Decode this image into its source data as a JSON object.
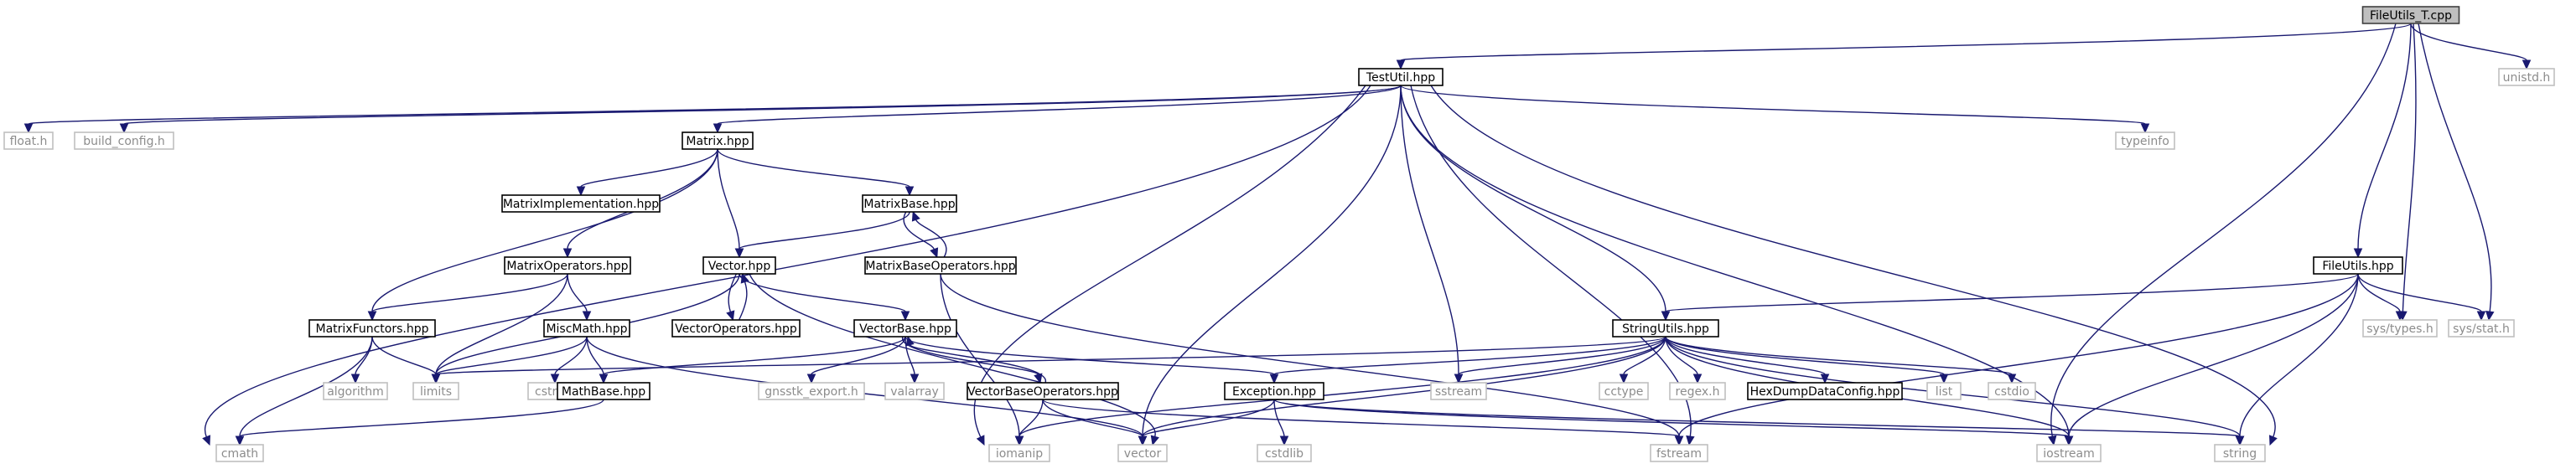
{
  "graph": {
    "root": "FileUtils_T.cpp",
    "nodes": [
      {
        "id": "fut",
        "label": "FileUtils_T.cpp",
        "kind": "root"
      },
      {
        "id": "tu",
        "label": "TestUtil.hpp",
        "kind": "local"
      },
      {
        "id": "unistd",
        "label": "unistd.h",
        "kind": "system"
      },
      {
        "id": "float",
        "label": "float.h",
        "kind": "system"
      },
      {
        "id": "buildcfg",
        "label": "build_config.h",
        "kind": "system"
      },
      {
        "id": "matrix",
        "label": "Matrix.hpp",
        "kind": "local"
      },
      {
        "id": "typeinfo",
        "label": "typeinfo",
        "kind": "system"
      },
      {
        "id": "matimpl",
        "label": "MatrixImplementation.hpp",
        "kind": "local"
      },
      {
        "id": "matbase",
        "label": "MatrixBase.hpp",
        "kind": "local"
      },
      {
        "id": "matops",
        "label": "MatrixOperators.hpp",
        "kind": "local"
      },
      {
        "id": "vector_hpp",
        "label": "Vector.hpp",
        "kind": "local"
      },
      {
        "id": "matbaseops",
        "label": "MatrixBaseOperators.hpp",
        "kind": "local"
      },
      {
        "id": "fileutils",
        "label": "FileUtils.hpp",
        "kind": "local"
      },
      {
        "id": "matfunc",
        "label": "MatrixFunctors.hpp",
        "kind": "local"
      },
      {
        "id": "miscmath",
        "label": "MiscMath.hpp",
        "kind": "local"
      },
      {
        "id": "vecops",
        "label": "VectorOperators.hpp",
        "kind": "local"
      },
      {
        "id": "vecbase",
        "label": "VectorBase.hpp",
        "kind": "local"
      },
      {
        "id": "strutils",
        "label": "StringUtils.hpp",
        "kind": "local"
      },
      {
        "id": "systypes",
        "label": "sys/types.h",
        "kind": "system"
      },
      {
        "id": "sysstat",
        "label": "sys/stat.h",
        "kind": "system"
      },
      {
        "id": "algorithm",
        "label": "algorithm",
        "kind": "system"
      },
      {
        "id": "limits",
        "label": "limits",
        "kind": "system"
      },
      {
        "id": "cstring",
        "label": "cstring",
        "kind": "system"
      },
      {
        "id": "mathbase",
        "label": "MathBase.hpp",
        "kind": "local"
      },
      {
        "id": "gnsstk",
        "label": "gnsstk_export.h",
        "kind": "system"
      },
      {
        "id": "valarray",
        "label": "valarray",
        "kind": "system"
      },
      {
        "id": "vecbaseops",
        "label": "VectorBaseOperators.hpp",
        "kind": "local"
      },
      {
        "id": "exception",
        "label": "Exception.hpp",
        "kind": "local"
      },
      {
        "id": "sstream",
        "label": "sstream",
        "kind": "system"
      },
      {
        "id": "cctype",
        "label": "cctype",
        "kind": "system"
      },
      {
        "id": "regex",
        "label": "regex.h",
        "kind": "system"
      },
      {
        "id": "hexdump",
        "label": "HexDumpDataConfig.hpp",
        "kind": "local"
      },
      {
        "id": "list",
        "label": "list",
        "kind": "system"
      },
      {
        "id": "cstdio",
        "label": "cstdio",
        "kind": "system"
      },
      {
        "id": "cmath",
        "label": "cmath",
        "kind": "system"
      },
      {
        "id": "iomanip",
        "label": "iomanip",
        "kind": "system"
      },
      {
        "id": "vector",
        "label": "vector",
        "kind": "system"
      },
      {
        "id": "cstdlib",
        "label": "cstdlib",
        "kind": "system"
      },
      {
        "id": "fstream",
        "label": "fstream",
        "kind": "system"
      },
      {
        "id": "iostream",
        "label": "iostream",
        "kind": "system"
      },
      {
        "id": "string",
        "label": "string",
        "kind": "system"
      }
    ],
    "edges": [
      [
        "fut",
        "tu"
      ],
      [
        "fut",
        "unistd"
      ],
      [
        "fut",
        "fileutils"
      ],
      [
        "fut",
        "systypes"
      ],
      [
        "fut",
        "sysstat"
      ],
      [
        "fut",
        "iostream"
      ],
      [
        "tu",
        "float"
      ],
      [
        "tu",
        "buildcfg"
      ],
      [
        "tu",
        "matrix"
      ],
      [
        "tu",
        "typeinfo"
      ],
      [
        "tu",
        "cmath"
      ],
      [
        "tu",
        "iomanip"
      ],
      [
        "tu",
        "vector"
      ],
      [
        "tu",
        "sstream"
      ],
      [
        "tu",
        "strutils"
      ],
      [
        "tu",
        "fstream"
      ],
      [
        "tu",
        "iostream"
      ],
      [
        "tu",
        "string"
      ],
      [
        "matrix",
        "matimpl"
      ],
      [
        "matrix",
        "matbase"
      ],
      [
        "matrix",
        "matops"
      ],
      [
        "matrix",
        "vector_hpp"
      ],
      [
        "matrix",
        "matfunc"
      ],
      [
        "matbase",
        "vector_hpp"
      ],
      [
        "matbase",
        "matbaseops"
      ],
      [
        "matbaseops",
        "matbase"
      ],
      [
        "matbaseops",
        "iomanip"
      ],
      [
        "matbaseops",
        "fstream"
      ],
      [
        "matops",
        "matfunc"
      ],
      [
        "matops",
        "miscmath"
      ],
      [
        "matops",
        "limits"
      ],
      [
        "vector_hpp",
        "vecbase"
      ],
      [
        "vector_hpp",
        "vecops"
      ],
      [
        "vecops",
        "vector_hpp"
      ],
      [
        "vector_hpp",
        "limits"
      ],
      [
        "vector_hpp",
        "vector"
      ],
      [
        "matfunc",
        "algorithm"
      ],
      [
        "matfunc",
        "limits"
      ],
      [
        "matfunc",
        "cmath"
      ],
      [
        "miscmath",
        "mathbase"
      ],
      [
        "miscmath",
        "cstring"
      ],
      [
        "miscmath",
        "limits"
      ],
      [
        "miscmath",
        "vector"
      ],
      [
        "mathbase",
        "cmath"
      ],
      [
        "vecbase",
        "gnsstk"
      ],
      [
        "vecbase",
        "valarray"
      ],
      [
        "vecbase",
        "vecbaseops"
      ],
      [
        "vecbaseops",
        "vecbase"
      ],
      [
        "vecbase",
        "exception"
      ],
      [
        "vecbase",
        "mathbase"
      ],
      [
        "vecbaseops",
        "iomanip"
      ],
      [
        "vecbaseops",
        "vector"
      ],
      [
        "vecbaseops",
        "fstream"
      ],
      [
        "exception",
        "vector"
      ],
      [
        "exception",
        "cstdlib"
      ],
      [
        "exception",
        "iostream"
      ],
      [
        "exception",
        "string"
      ],
      [
        "fileutils",
        "strutils"
      ],
      [
        "fileutils",
        "systypes"
      ],
      [
        "fileutils",
        "sysstat"
      ],
      [
        "fileutils",
        "fstream"
      ],
      [
        "fileutils",
        "iostream"
      ],
      [
        "fileutils",
        "string"
      ],
      [
        "strutils",
        "limits"
      ],
      [
        "strutils",
        "exception"
      ],
      [
        "strutils",
        "sstream"
      ],
      [
        "strutils",
        "cctype"
      ],
      [
        "strutils",
        "regex"
      ],
      [
        "strutils",
        "hexdump"
      ],
      [
        "strutils",
        "list"
      ],
      [
        "strutils",
        "cstdio"
      ],
      [
        "strutils",
        "iomanip"
      ],
      [
        "strutils",
        "vector"
      ],
      [
        "strutils",
        "iostream"
      ],
      [
        "strutils",
        "string"
      ]
    ]
  }
}
